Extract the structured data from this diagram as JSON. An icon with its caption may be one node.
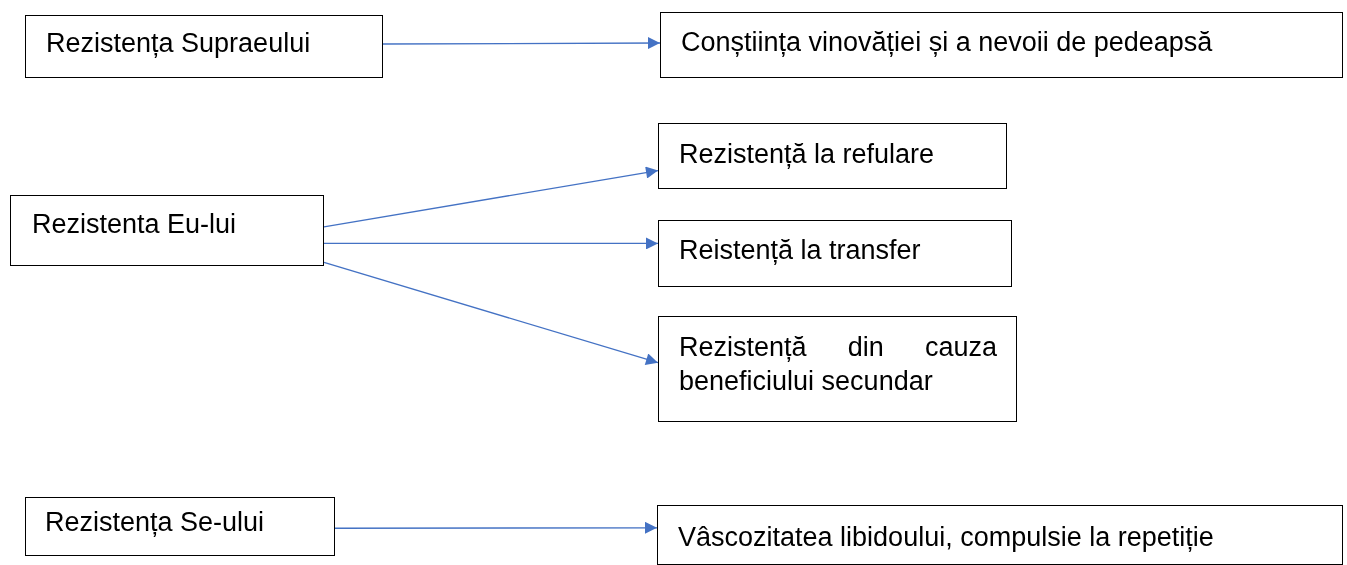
{
  "diagram": {
    "nodes": [
      {
        "text": [
          "Rezistența Supraeului"
        ]
      },
      {
        "text": [
          "Conștiința vinovăției și a nevoii de pedeapsă"
        ]
      },
      {
        "text": [
          "Rezistenta Eu-lui"
        ]
      },
      {
        "text": [
          "Rezistență la refulare"
        ]
      },
      {
        "text": [
          "Reistență la transfer"
        ]
      },
      {
        "text": [
          "Rezistență din cauza beneficiului secundar"
        ]
      },
      {
        "text": [
          "Rezistența Se-ului"
        ]
      },
      {
        "text": [
          "Vâscozitatea libidoului, compulsie la repetiție"
        ]
      }
    ],
    "edges": [
      {
        "from": 0,
        "to": 1,
        "arrow": "to"
      },
      {
        "from": 2,
        "to": 3,
        "arrow": "to"
      },
      {
        "from": 2,
        "to": 4,
        "arrow": "to"
      },
      {
        "from": 2,
        "to": 5,
        "arrow": "to"
      },
      {
        "from": 6,
        "to": 7,
        "arrow": "to"
      }
    ]
  }
}
